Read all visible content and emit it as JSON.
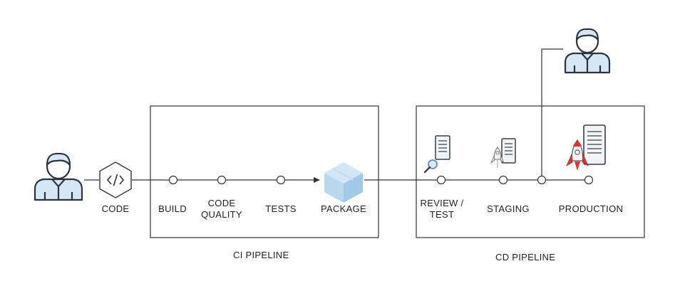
{
  "stages": {
    "code": "CODE",
    "build": "BUILD",
    "code_quality_line1": "CODE",
    "code_quality_line2": "QUALITY",
    "tests": "TESTS",
    "package": "PACKAGE",
    "review_line1": "REVIEW /",
    "review_line2": "TEST",
    "staging": "STAGING",
    "production": "PRODUCTION"
  },
  "pipelines": {
    "ci": "CI PIPELINE",
    "cd": "CD PIPELINE"
  },
  "colors": {
    "line": "#333333",
    "user_fill": "#d7e6f4",
    "user_stroke": "#2b3440",
    "package_cube": "#b9d7ef",
    "rocket_red": "#d8372c"
  },
  "icons": [
    "developer-icon",
    "code-icon",
    "package-cube-icon",
    "review-server-icon",
    "staging-server-icon",
    "production-server-icon",
    "operator-icon"
  ]
}
